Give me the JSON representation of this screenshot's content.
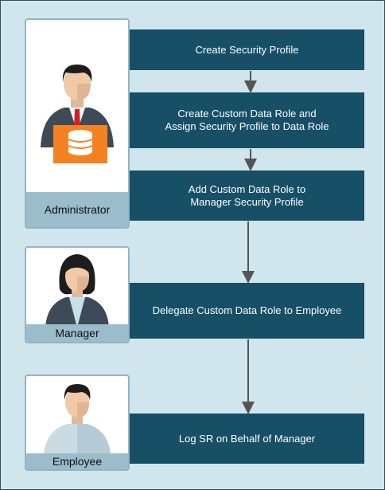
{
  "actors": {
    "administrator": {
      "label": "Administrator"
    },
    "manager": {
      "label": "Manager"
    },
    "employee": {
      "label": "Employee"
    }
  },
  "steps": [
    {
      "label": "Create Security Profile"
    },
    {
      "label": "Create Custom Data Role and\nAssign Security Profile to Data Role"
    },
    {
      "label": "Add Custom Data Role to\nManager Security Profile"
    },
    {
      "label": "Delegate Custom Data Role to Employee"
    },
    {
      "label": "Log SR on Behalf of Manager"
    }
  ],
  "colors": {
    "background": "#d1e6ec",
    "step_box": "#164f66",
    "actor_label_bar": "#9bbccb",
    "database_icon": "#f58220",
    "arrow": "#555555"
  }
}
